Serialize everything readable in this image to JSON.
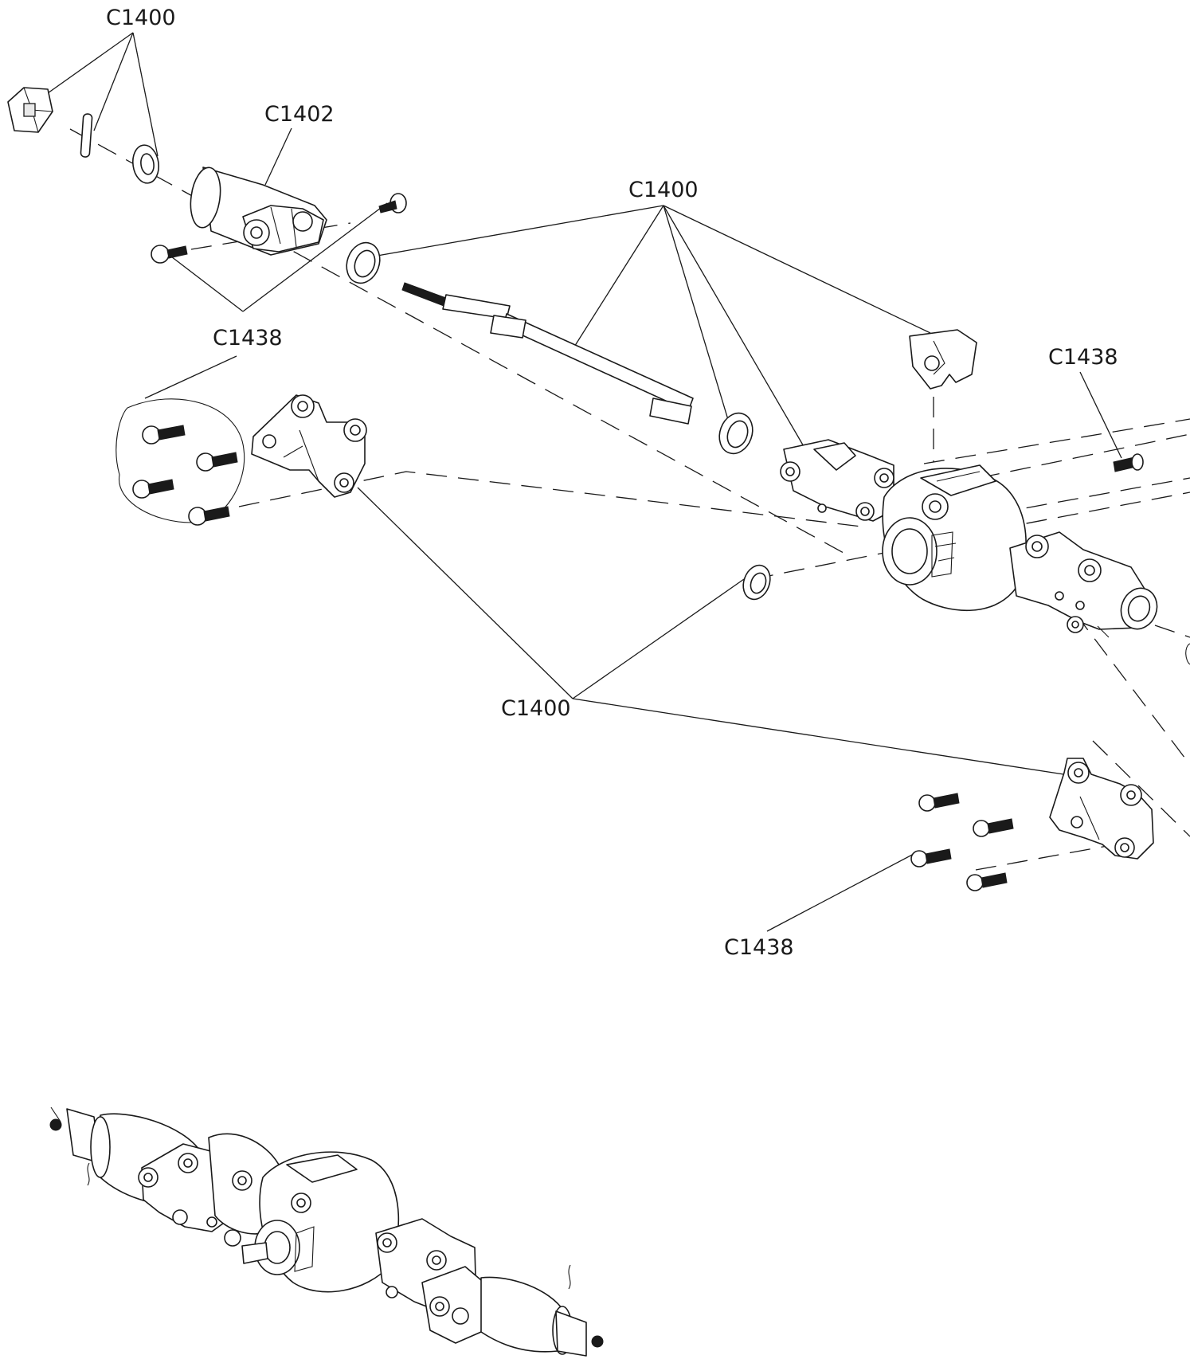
{
  "diagram": {
    "callouts": [
      {
        "id": "c1",
        "label": "C1400"
      },
      {
        "id": "c2",
        "label": "C1402"
      },
      {
        "id": "c3",
        "label": "C1400"
      },
      {
        "id": "c4",
        "label": "C1438"
      },
      {
        "id": "c5",
        "label": "C1438"
      },
      {
        "id": "c6",
        "label": "C1400"
      },
      {
        "id": "c7",
        "label": "C1438"
      }
    ]
  }
}
